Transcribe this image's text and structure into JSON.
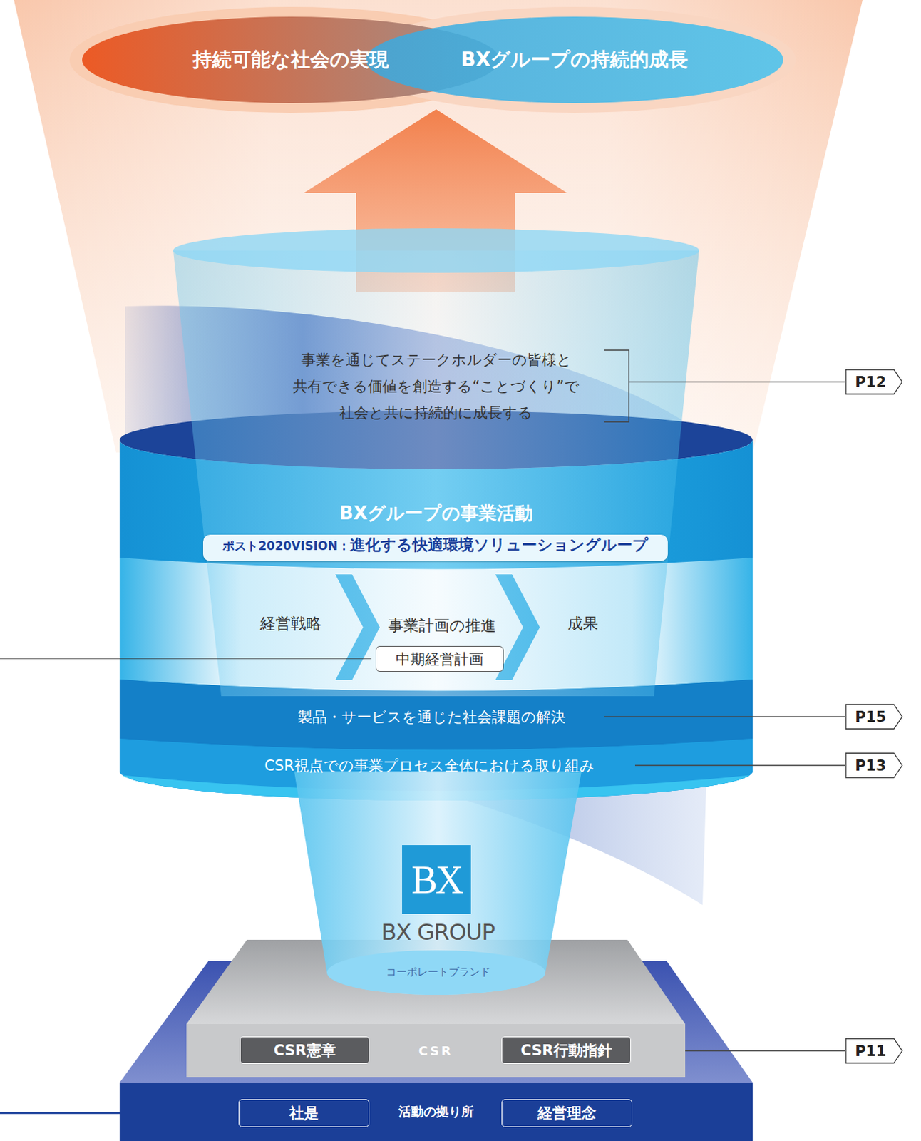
{
  "diagram": {
    "nodes": [
      {
        "text": [
          "持続可能な社会の実現"
        ]
      },
      {
        "text": [
          "BXグループの持続的成長"
        ]
      },
      {
        "text": [
          "事業を通じてステークホルダーの皆様と 共有できる価値を創造する“ことづくり”で 社会と共に持続的に成長する"
        ]
      },
      {
        "text": [
          "P12"
        ]
      },
      {
        "text": [
          "BXグループの事業活動"
        ]
      },
      {
        "text": [
          "ポスト2020VISION：",
          "進化する快適環境ソリューショングループ"
        ],
        "in": 4
      },
      {
        "text": [
          "経営戦略"
        ],
        "in": 4
      },
      {
        "text": [
          "事業計画の推進"
        ],
        "in": 4
      },
      {
        "text": [
          "中期経営計画"
        ],
        "in": 7
      },
      {
        "text": [
          "成果"
        ],
        "in": 4
      },
      {
        "text": [
          "製品・サービスを通じた社会課題の解決"
        ],
        "in": 4
      },
      {
        "text": [
          "CSR視点での事業プロセス全体における取り組み"
        ],
        "in": 4
      },
      {
        "text": [
          "P15"
        ]
      },
      {
        "text": [
          "P13"
        ]
      },
      {
        "text": [
          "BX GROUP",
          "コーポレートブランド"
        ]
      },
      {
        "text": [
          "BX"
        ],
        "in": 14
      },
      {
        "text": [
          "CSR"
        ]
      },
      {
        "text": [
          "CSR憲章"
        ],
        "in": 16
      },
      {
        "text": [
          "CSR行動指針"
        ],
        "in": 16
      },
      {
        "text": [
          "P11"
        ]
      },
      {
        "text": [
          "活動の拠り所"
        ]
      },
      {
        "text": [
          "社是"
        ],
        "in": 20
      },
      {
        "text": [
          "経営理念"
        ],
        "in": 20
      }
    ],
    "edges": [
      {
        "from": 2,
        "to": 3,
        "arrow": "none"
      },
      {
        "from": 10,
        "to": 12,
        "arrow": "none"
      },
      {
        "from": 11,
        "to": 13,
        "arrow": "none"
      },
      {
        "from": 16,
        "to": 19,
        "arrow": "none"
      }
    ]
  }
}
